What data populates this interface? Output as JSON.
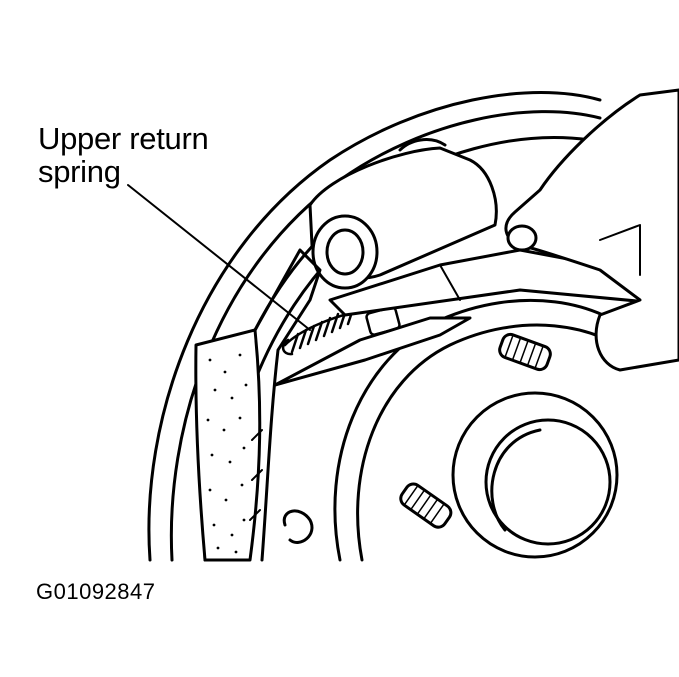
{
  "callout": {
    "line1": "Upper return",
    "line2": "spring"
  },
  "figure_id": "G01092847",
  "colors": {
    "ink": "#000000",
    "paper": "#ffffff"
  }
}
